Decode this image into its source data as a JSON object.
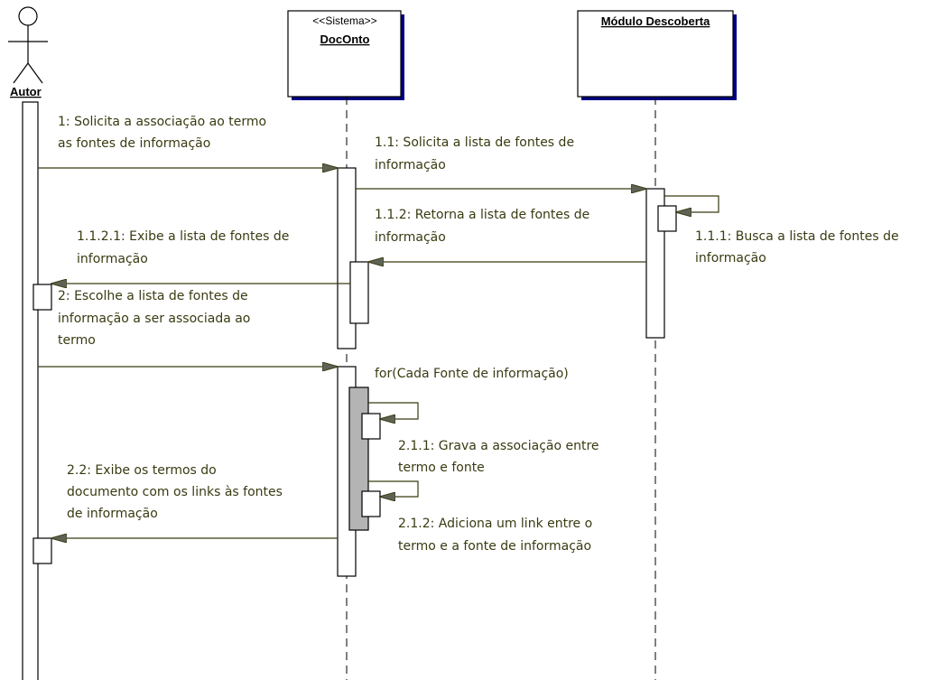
{
  "actor": {
    "name": "Autor"
  },
  "objects": {
    "docOnto": {
      "stereotype": "<<Sistema>>",
      "name": "DocOnto"
    },
    "modulo": {
      "name": "Módulo Descoberta"
    }
  },
  "messages": {
    "m1": [
      "1: Solicita a associação ao termo",
      "as fontes de informação"
    ],
    "m1_1": [
      "1.1: Solicita a lista de fontes de",
      "informação"
    ],
    "m1_1_1": [
      "1.1.1: Busca a lista de fontes de",
      "informação"
    ],
    "m1_1_2": [
      "1.1.2: Retorna a lista de fontes de",
      "informação"
    ],
    "m1_1_2_1": [
      "1.1.2.1: Exibe a lista de fontes de",
      "informação"
    ],
    "m2": [
      "2: Escolhe a lista de fontes de",
      "informação a ser associada ao",
      "termo"
    ],
    "m2_loop": "for(Cada Fonte de informação)",
    "m2_1_1": [
      "2.1.1: Grava a associação entre",
      "termo e fonte"
    ],
    "m2_1_2": [
      "2.1.2: Adiciona um link entre o",
      "termo e a fonte de informação"
    ],
    "m2_2": [
      "2.2: Exibe os termos do",
      "documento com os links às fontes",
      "de informação"
    ]
  },
  "colors": {
    "line": "#3a3a12",
    "arrowhead": "#5d6455",
    "loop_fill": "#b4b4b4",
    "object_shadow": "#000080"
  }
}
